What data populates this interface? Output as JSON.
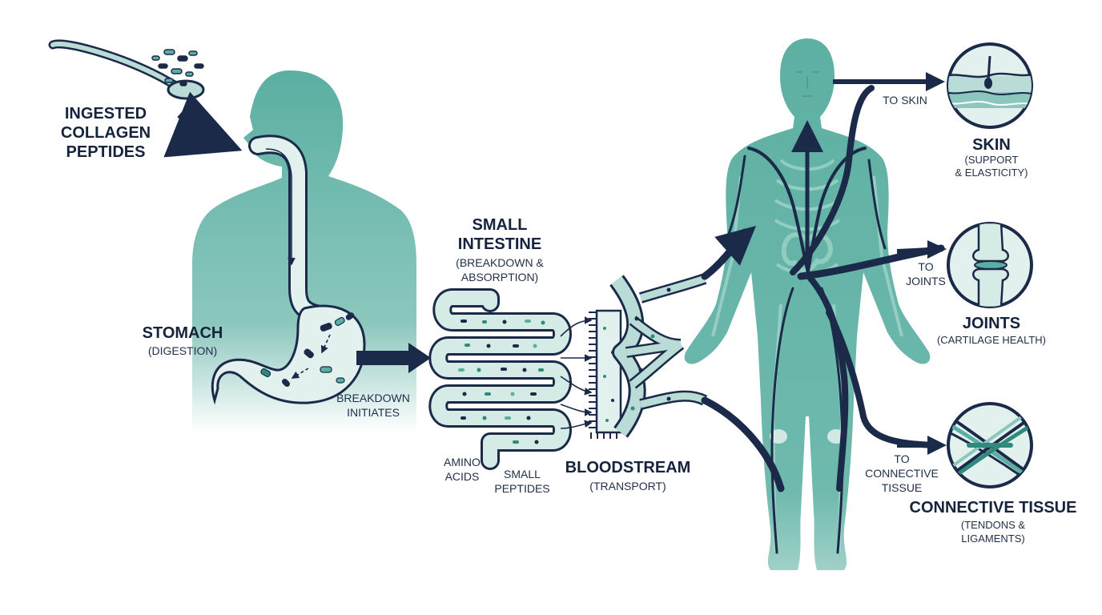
{
  "colors": {
    "navy": "#1b2a49",
    "teal": "#5aafa2",
    "teal_light": "#b9ddd6",
    "teal_pale": "#e3f1ee",
    "teal_dark": "#2f8a7e"
  },
  "labels": {
    "ingested": [
      "INGESTED",
      "COLLAGEN",
      "PEPTIDES"
    ],
    "stomach_title": "STOMACH",
    "stomach_sub": "(DIGESTION)",
    "breakdown": [
      "BREAKDOWN",
      "INITIATES"
    ],
    "intestine_title": [
      "SMALL",
      "INTESTINE"
    ],
    "intestine_sub": [
      "(BREAKDOWN &",
      "ABSORPTION)"
    ],
    "amino": [
      "AMINO",
      "ACIDS"
    ],
    "small_peptides": [
      "SMALL",
      "PEPTIDES"
    ],
    "bloodstream_title": "BLOODSTREAM",
    "bloodstream_sub": "(TRANSPORT)",
    "to_skin": "TO SKIN",
    "to_joints": [
      "TO",
      "JOINTS"
    ],
    "to_connective": [
      "TO",
      "CONNECTIVE",
      "TISSUE"
    ],
    "skin_title": "SKIN",
    "skin_sub": [
      "(SUPPORT",
      "& ELASTICITY)"
    ],
    "joints_title": "JOINTS",
    "joints_sub": "(CARTILAGE HEALTH)",
    "connective_title": "CONNECTIVE TISSUE",
    "connective_sub": [
      "(TENDONS &",
      "LIGAMENTS)"
    ]
  },
  "icons": [
    "spoon-icon",
    "skin-cross-section-icon",
    "knee-joint-icon",
    "tendon-fibers-icon"
  ]
}
